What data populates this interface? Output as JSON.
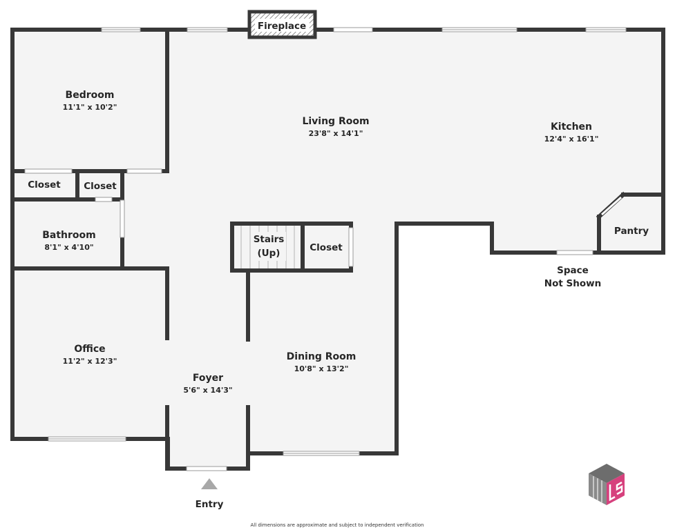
{
  "rooms": {
    "bedroom": {
      "name": "Bedroom",
      "dims": "11'1\" x 10'2\""
    },
    "living_room": {
      "name": "Living Room",
      "dims": "23'8\" x 14'1\""
    },
    "kitchen": {
      "name": "Kitchen",
      "dims": "12'4\" x 16'1\""
    },
    "closet_left": {
      "name": "Closet"
    },
    "closet_middle": {
      "name": "Closet"
    },
    "closet_stairs": {
      "name": "Closet"
    },
    "bathroom": {
      "name": "Bathroom",
      "dims": "8'1\" x 4'10\""
    },
    "stairs": {
      "line1": "Stairs",
      "line2": "(Up)"
    },
    "pantry": {
      "name": "Pantry"
    },
    "office": {
      "name": "Office",
      "dims": "11'2\" x 12'3\""
    },
    "foyer": {
      "name": "Foyer",
      "dims": "5'6\" x 14'3\""
    },
    "dining_room": {
      "name": "Dining Room",
      "dims": "10'8\" x 13'2\""
    }
  },
  "labels": {
    "fireplace": "Fireplace",
    "space_not_shown_line1": "Space",
    "space_not_shown_line2": "Not Shown",
    "entry": "Entry"
  },
  "footer_note": "All dimensions are approximate and subject to independent verification",
  "colors": {
    "wall": "#383838",
    "floor": "#f4f4f4",
    "logo_gray": "#8a8a8a",
    "logo_pink": "#d6417d"
  },
  "icons": {
    "entry_marker": "triangle-up-icon",
    "brand_logo": "ls-cube-logo"
  }
}
